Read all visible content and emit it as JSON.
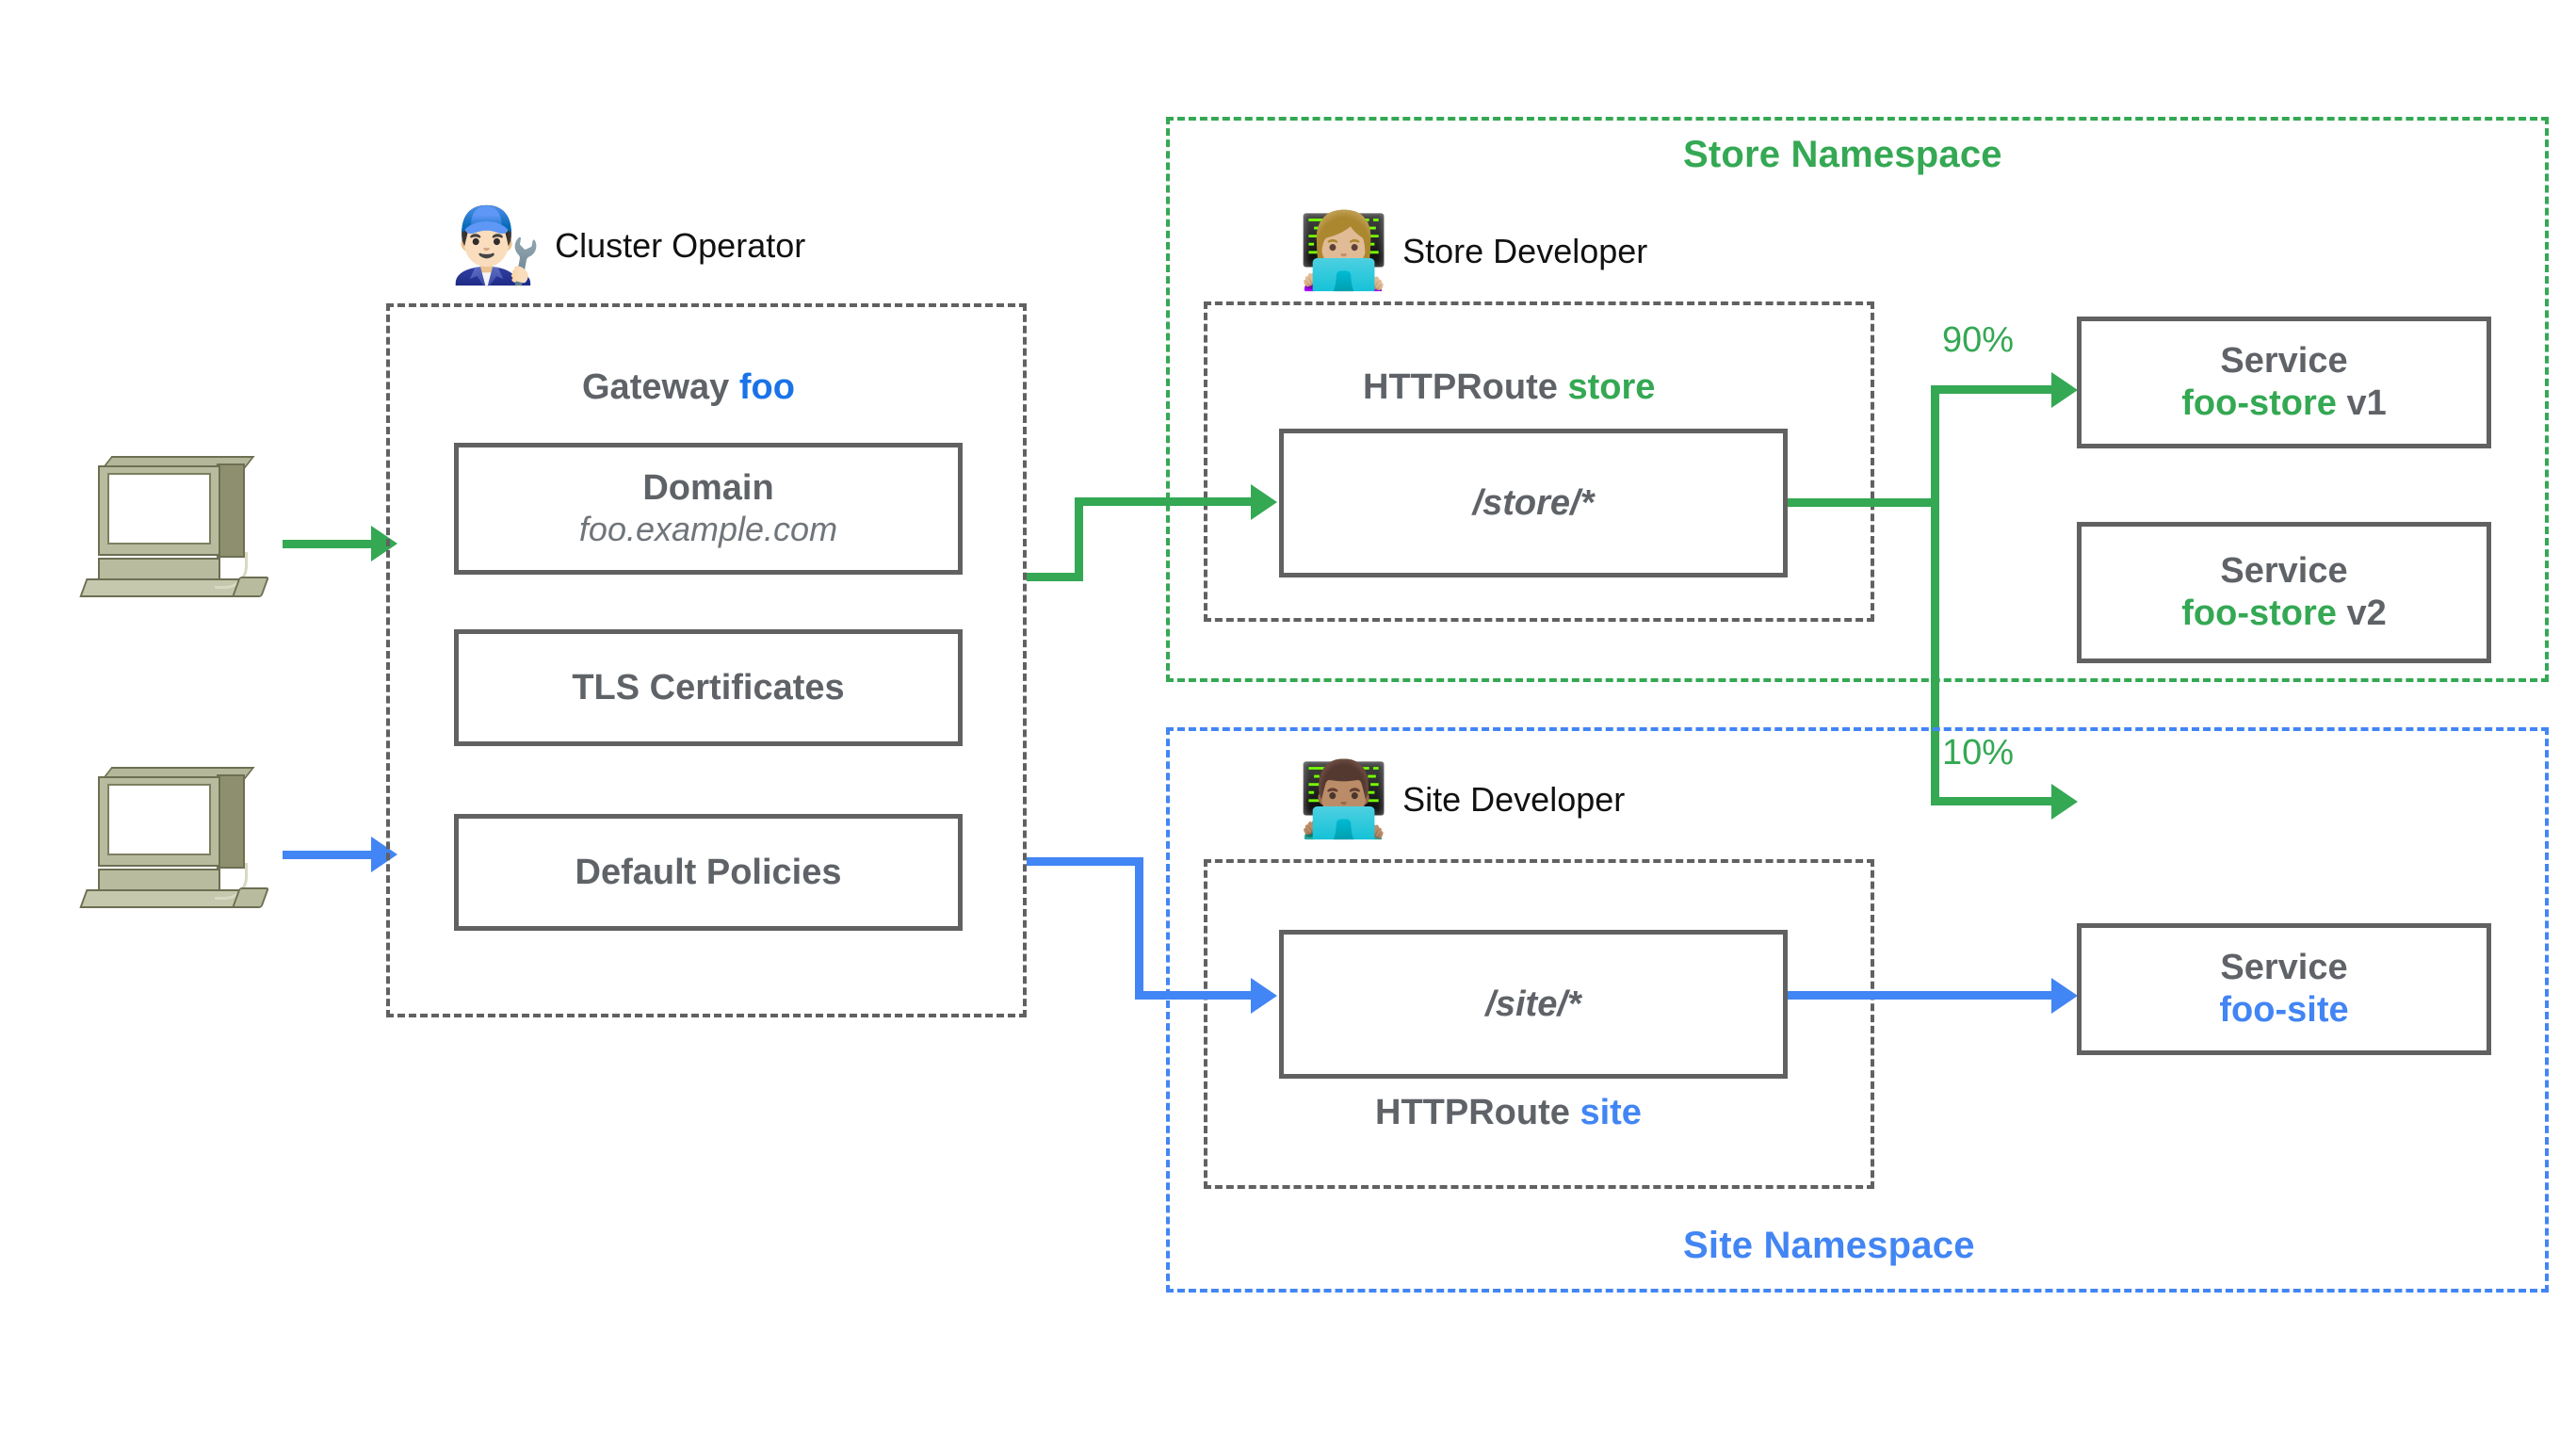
{
  "diagram": {
    "title": "Kubernetes Gateway API role-oriented diagram",
    "colors": {
      "green": "#34A853",
      "blue": "#4285F4",
      "blue_strong": "#1A73E8",
      "grey_text": "#5F6368",
      "grey_border": "#616161"
    }
  },
  "clients": [
    {
      "name": "client-top",
      "arrow_color": "#34A853"
    },
    {
      "name": "client-bottom",
      "arrow_color": "#4285F4"
    }
  ],
  "cluster": {
    "persona": {
      "emoji": "👨🏻‍🔧",
      "label": "Cluster Operator"
    },
    "heading_prefix": "Gateway",
    "heading_accent": "foo",
    "boxes": [
      {
        "title": "Domain",
        "subtitle": "foo.example.com"
      },
      {
        "title": "TLS Certificates",
        "subtitle": ""
      },
      {
        "title": "Default Policies",
        "subtitle": ""
      }
    ]
  },
  "store_namespace": {
    "title": "Store Namespace",
    "persona": {
      "emoji": "👩🏼‍💻",
      "label": "Store Developer"
    },
    "route_heading_prefix": "HTTPRoute",
    "route_heading_accent": "store",
    "route_path": "/store/*",
    "backends": [
      {
        "weight": "90%",
        "kind": "Service",
        "name": "foo-store",
        "version": "v1"
      },
      {
        "weight": "10%",
        "kind": "Service",
        "name": "foo-store",
        "version": "v2"
      }
    ]
  },
  "site_namespace": {
    "title": "Site Namespace",
    "persona": {
      "emoji": "👨🏽‍💻",
      "label": "Site Developer"
    },
    "route_heading_prefix": "HTTPRoute",
    "route_heading_accent": "site",
    "route_path": "/site/*",
    "backends": [
      {
        "weight": "",
        "kind": "Service",
        "name": "foo-site",
        "version": ""
      }
    ]
  }
}
